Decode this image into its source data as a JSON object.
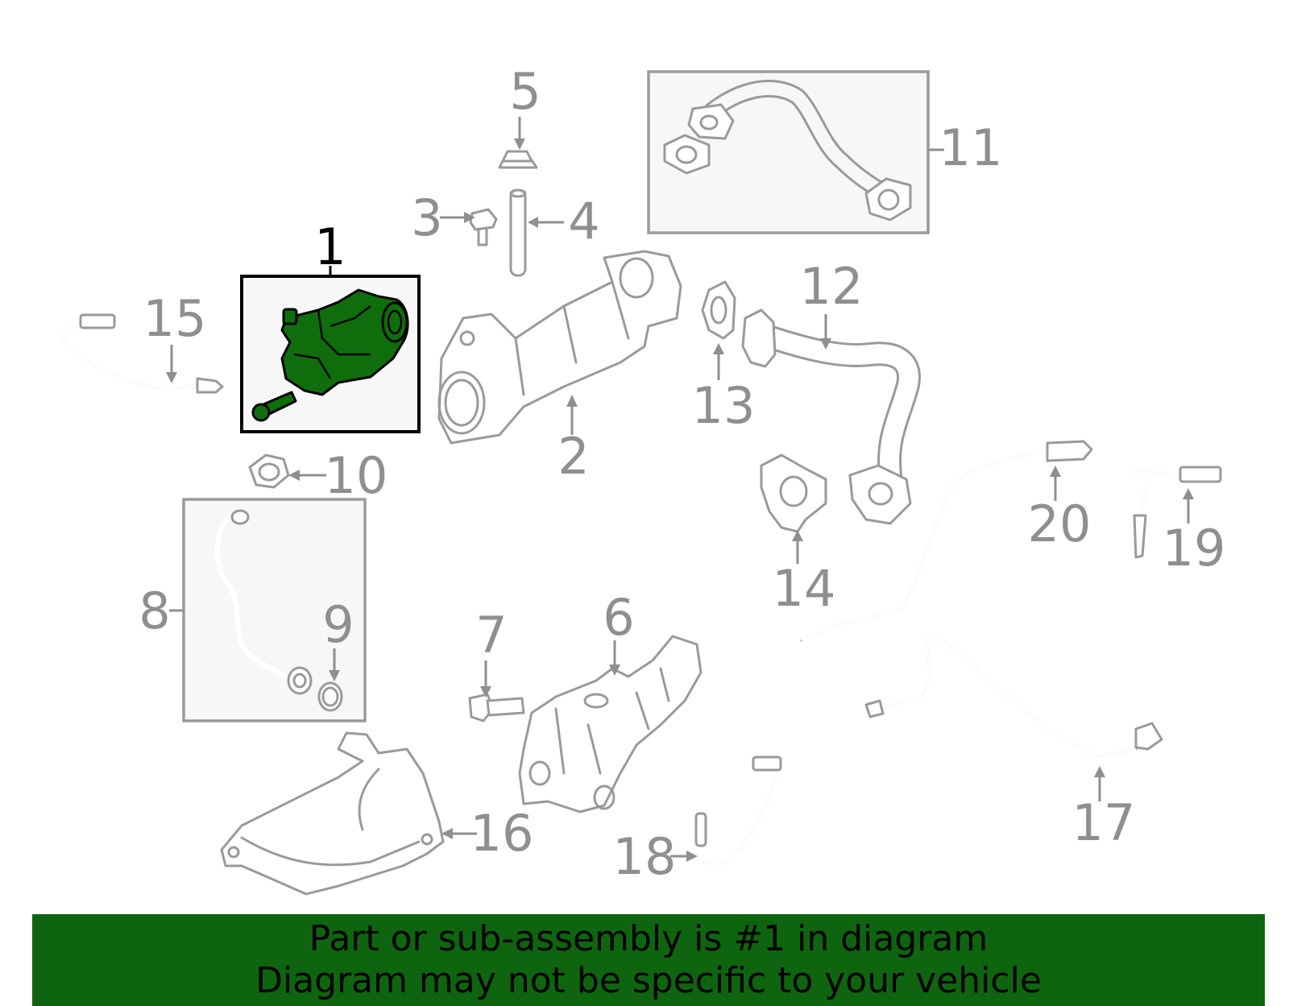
{
  "diagram": {
    "callouts": {
      "c1": "1",
      "c2": "2",
      "c3": "3",
      "c4": "4",
      "c5": "5",
      "c6": "6",
      "c7": "7",
      "c8": "8",
      "c9": "9",
      "c10": "10",
      "c11": "11",
      "c12": "12",
      "c13": "13",
      "c14": "14",
      "c15": "15",
      "c16": "16",
      "c17": "17",
      "c18": "18",
      "c19": "19",
      "c20": "20"
    },
    "highlight_color": "#0f6e0b",
    "line_color": "#9a9a9a"
  },
  "banner": {
    "line1": "Part or sub-assembly is #1 in diagram",
    "line2": "Diagram may not be specific to your vehicle",
    "background": "#0f6410"
  }
}
